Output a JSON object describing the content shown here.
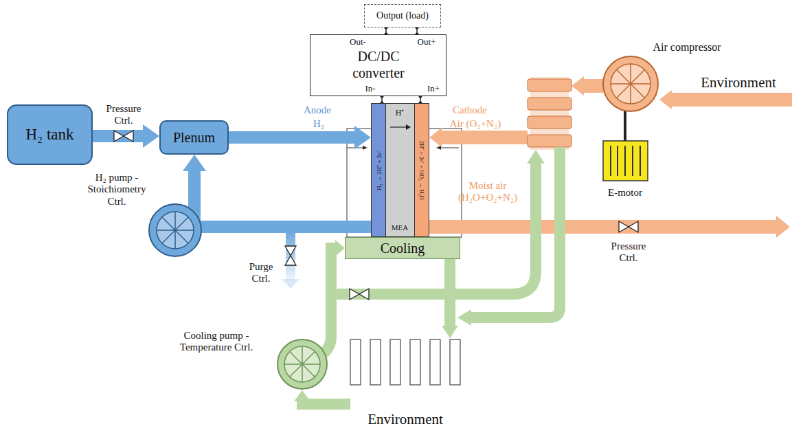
{
  "diagram": {
    "nodes": [
      {
        "text": [
          "Output (load)"
        ]
      },
      {
        "text": [
          "Out-",
          "Out+",
          "DC/DC converter",
          "In-",
          "In+"
        ]
      },
      {
        "text": [
          "H₂ tank"
        ]
      },
      {
        "text": [
          "Plenum"
        ]
      },
      {
        "text": [
          "H₂ → 2H⁺ + 2e⁻"
        ]
      },
      {
        "text": [
          "H⁺",
          "MEA"
        ]
      },
      {
        "text": [
          "2H⁺ + 2e⁻ + ½O₂ → H₂O"
        ]
      },
      {
        "text": [
          "Cooling"
        ]
      }
    ],
    "edges": [
      {
        "from": 2,
        "to": 3,
        "arrow": "to"
      },
      {
        "from": 3,
        "to": 4,
        "arrow": "to"
      },
      {
        "from": 4,
        "to": 3,
        "arrow": "to"
      },
      {
        "from": 1,
        "to": 4,
        "arrow": "none"
      },
      {
        "from": 1,
        "to": 6,
        "arrow": "none"
      },
      {
        "from": 1,
        "to": 0,
        "arrow": "none"
      },
      {
        "from": 1,
        "to": 0,
        "arrow": "none"
      }
    ],
    "labels": [
      "Pressure Ctrl.",
      "H₂ pump - Stoichiometry Ctrl.",
      "Purge Ctrl.",
      "Anode",
      "H₂",
      "Cathode",
      "Air (O₂+N₂)",
      "Moist air (H₂O+O₂+N₂)",
      "Air compressor",
      "Environment",
      "E-motor",
      "Pressure Ctrl.",
      "Cooling pump - Temperature Ctrl.",
      "Environment"
    ]
  }
}
